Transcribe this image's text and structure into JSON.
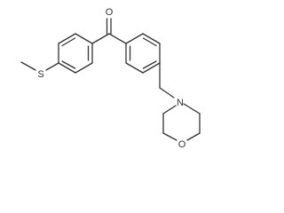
{
  "structure": {
    "atoms": {
      "oxygen_carbonyl": "O",
      "sulfur": "S",
      "nitrogen": "N",
      "oxygen_morpholine": "O"
    },
    "colors": {
      "bond": "#333333",
      "label": "#333333",
      "background": "#ffffff"
    }
  }
}
